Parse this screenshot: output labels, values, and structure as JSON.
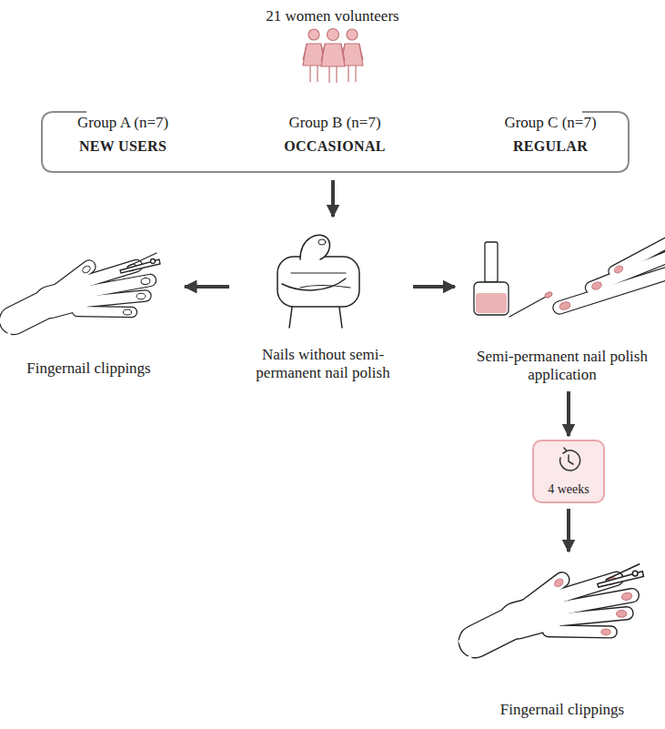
{
  "diagram": {
    "title": "21 women volunteers",
    "nodes": [
      {
        "text": [
          "Group A (n=7)",
          "NEW USERS",
          "Group B (n=7)",
          "OCCASIONAL",
          "Group C (n=7)",
          "REGULAR"
        ]
      },
      {
        "text": [
          "Nails without semi-permanent nail polish"
        ]
      },
      {
        "text": [
          "Fingernail clippings"
        ]
      },
      {
        "text": [
          "Semi-permanent nail polish application"
        ]
      },
      {
        "text": [
          "4 weeks"
        ]
      },
      {
        "text": [
          "Fingernail clippings"
        ]
      }
    ],
    "edges": [
      {
        "from": 0,
        "to": 1,
        "arrow": "to"
      },
      {
        "from": 1,
        "to": 2,
        "arrow": "to"
      },
      {
        "from": 1,
        "to": 3,
        "arrow": "to"
      },
      {
        "from": 3,
        "to": 4,
        "arrow": "to"
      },
      {
        "from": 4,
        "to": 5,
        "arrow": "to"
      }
    ]
  }
}
